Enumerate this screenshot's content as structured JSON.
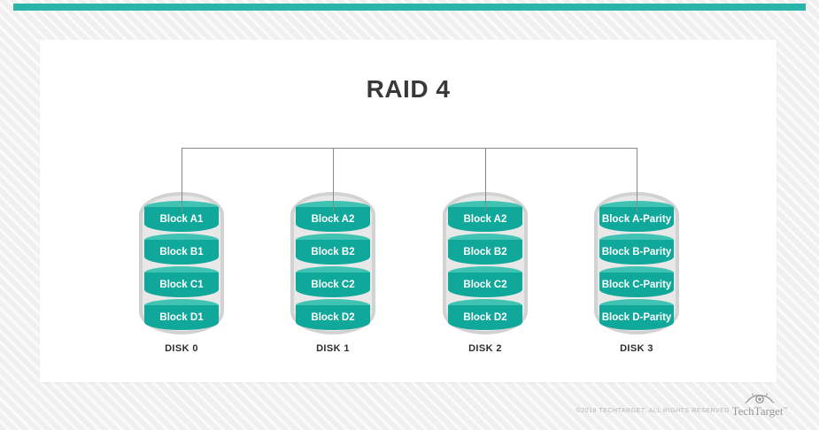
{
  "title": "RAID 4",
  "colors": {
    "accent_teal": "#2bb5a8",
    "disk_body_teal": "#10a89a",
    "disk_top_teal": "#41c3b4",
    "disk_casing_gray": "#d2d2d2",
    "connector_gray": "#8a8a8a",
    "title_color": "#383838"
  },
  "disks": [
    {
      "name": "DISK 0",
      "blocks": [
        "Block A1",
        "Block B1",
        "Block C1",
        "Block D1"
      ]
    },
    {
      "name": "DISK 1",
      "blocks": [
        "Block A2",
        "Block B2",
        "Block C2",
        "Block D2"
      ]
    },
    {
      "name": "DISK 2",
      "blocks": [
        "Block A2",
        "Block B2",
        "Block C2",
        "Block D2"
      ]
    },
    {
      "name": "DISK 3",
      "blocks": [
        "Block A-Parity",
        "Block B-Parity",
        "Block C-Parity",
        "Block D-Parity"
      ]
    }
  ],
  "footer": {
    "copyright": "©2018 TECHTARGET, ALL RIGHTS RESERVED",
    "brand": "TechTarget",
    "trademark": "™"
  }
}
